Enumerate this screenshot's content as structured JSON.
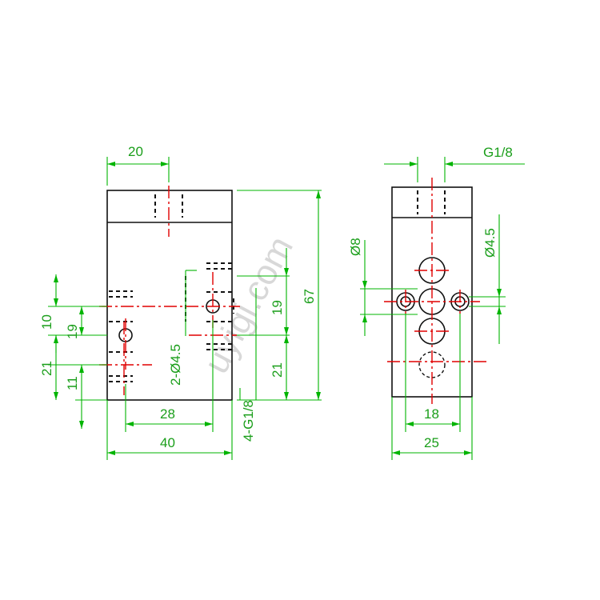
{
  "colors": {
    "outline": "#111111",
    "dimension": "#00b400",
    "center_line": "#e00000",
    "hidden": "#111111",
    "label": "#1a9e1a",
    "watermark": "#d8d8d8"
  },
  "watermark": "uyigi.com",
  "front_view": {
    "dimensions": {
      "top_width": "20",
      "left_10": "10",
      "left_19": "19",
      "left_21": "21",
      "left_11": "11",
      "bottom_28": "28",
      "bottom_40": "40",
      "right_67": "67",
      "right_19": "19",
      "right_21": "21"
    },
    "callouts": {
      "holes": "2-Ø4.5",
      "ports": "4-G1/8"
    }
  },
  "side_view": {
    "dimensions": {
      "thread": "G1/8",
      "dia_8": "Ø8",
      "dia_45": "Ø4.5",
      "bottom_18": "18",
      "bottom_25": "25"
    }
  }
}
